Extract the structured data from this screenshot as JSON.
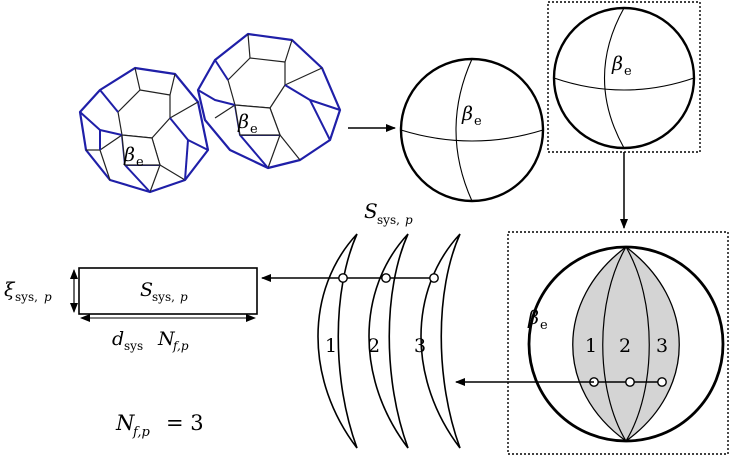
{
  "labels": {
    "beta": "β",
    "beta_sub": "e",
    "s_main": "S",
    "s_sub": "sys,",
    "s_sub_p": "p",
    "xi_main": "ξ",
    "xi_sub": "sys,",
    "xi_sub_p": "p",
    "d_main": "d",
    "d_sub": "sys",
    "n_main": "N",
    "n_sub": "f,p",
    "nfp_eq": "= 3",
    "fiber_1": "1",
    "fiber_2": "2",
    "fiber_3": "3"
  },
  "colors": {
    "edge_blue": "#1f1fa8",
    "edge_black": "#111111",
    "fiber_fill": "#d4d4d4"
  }
}
